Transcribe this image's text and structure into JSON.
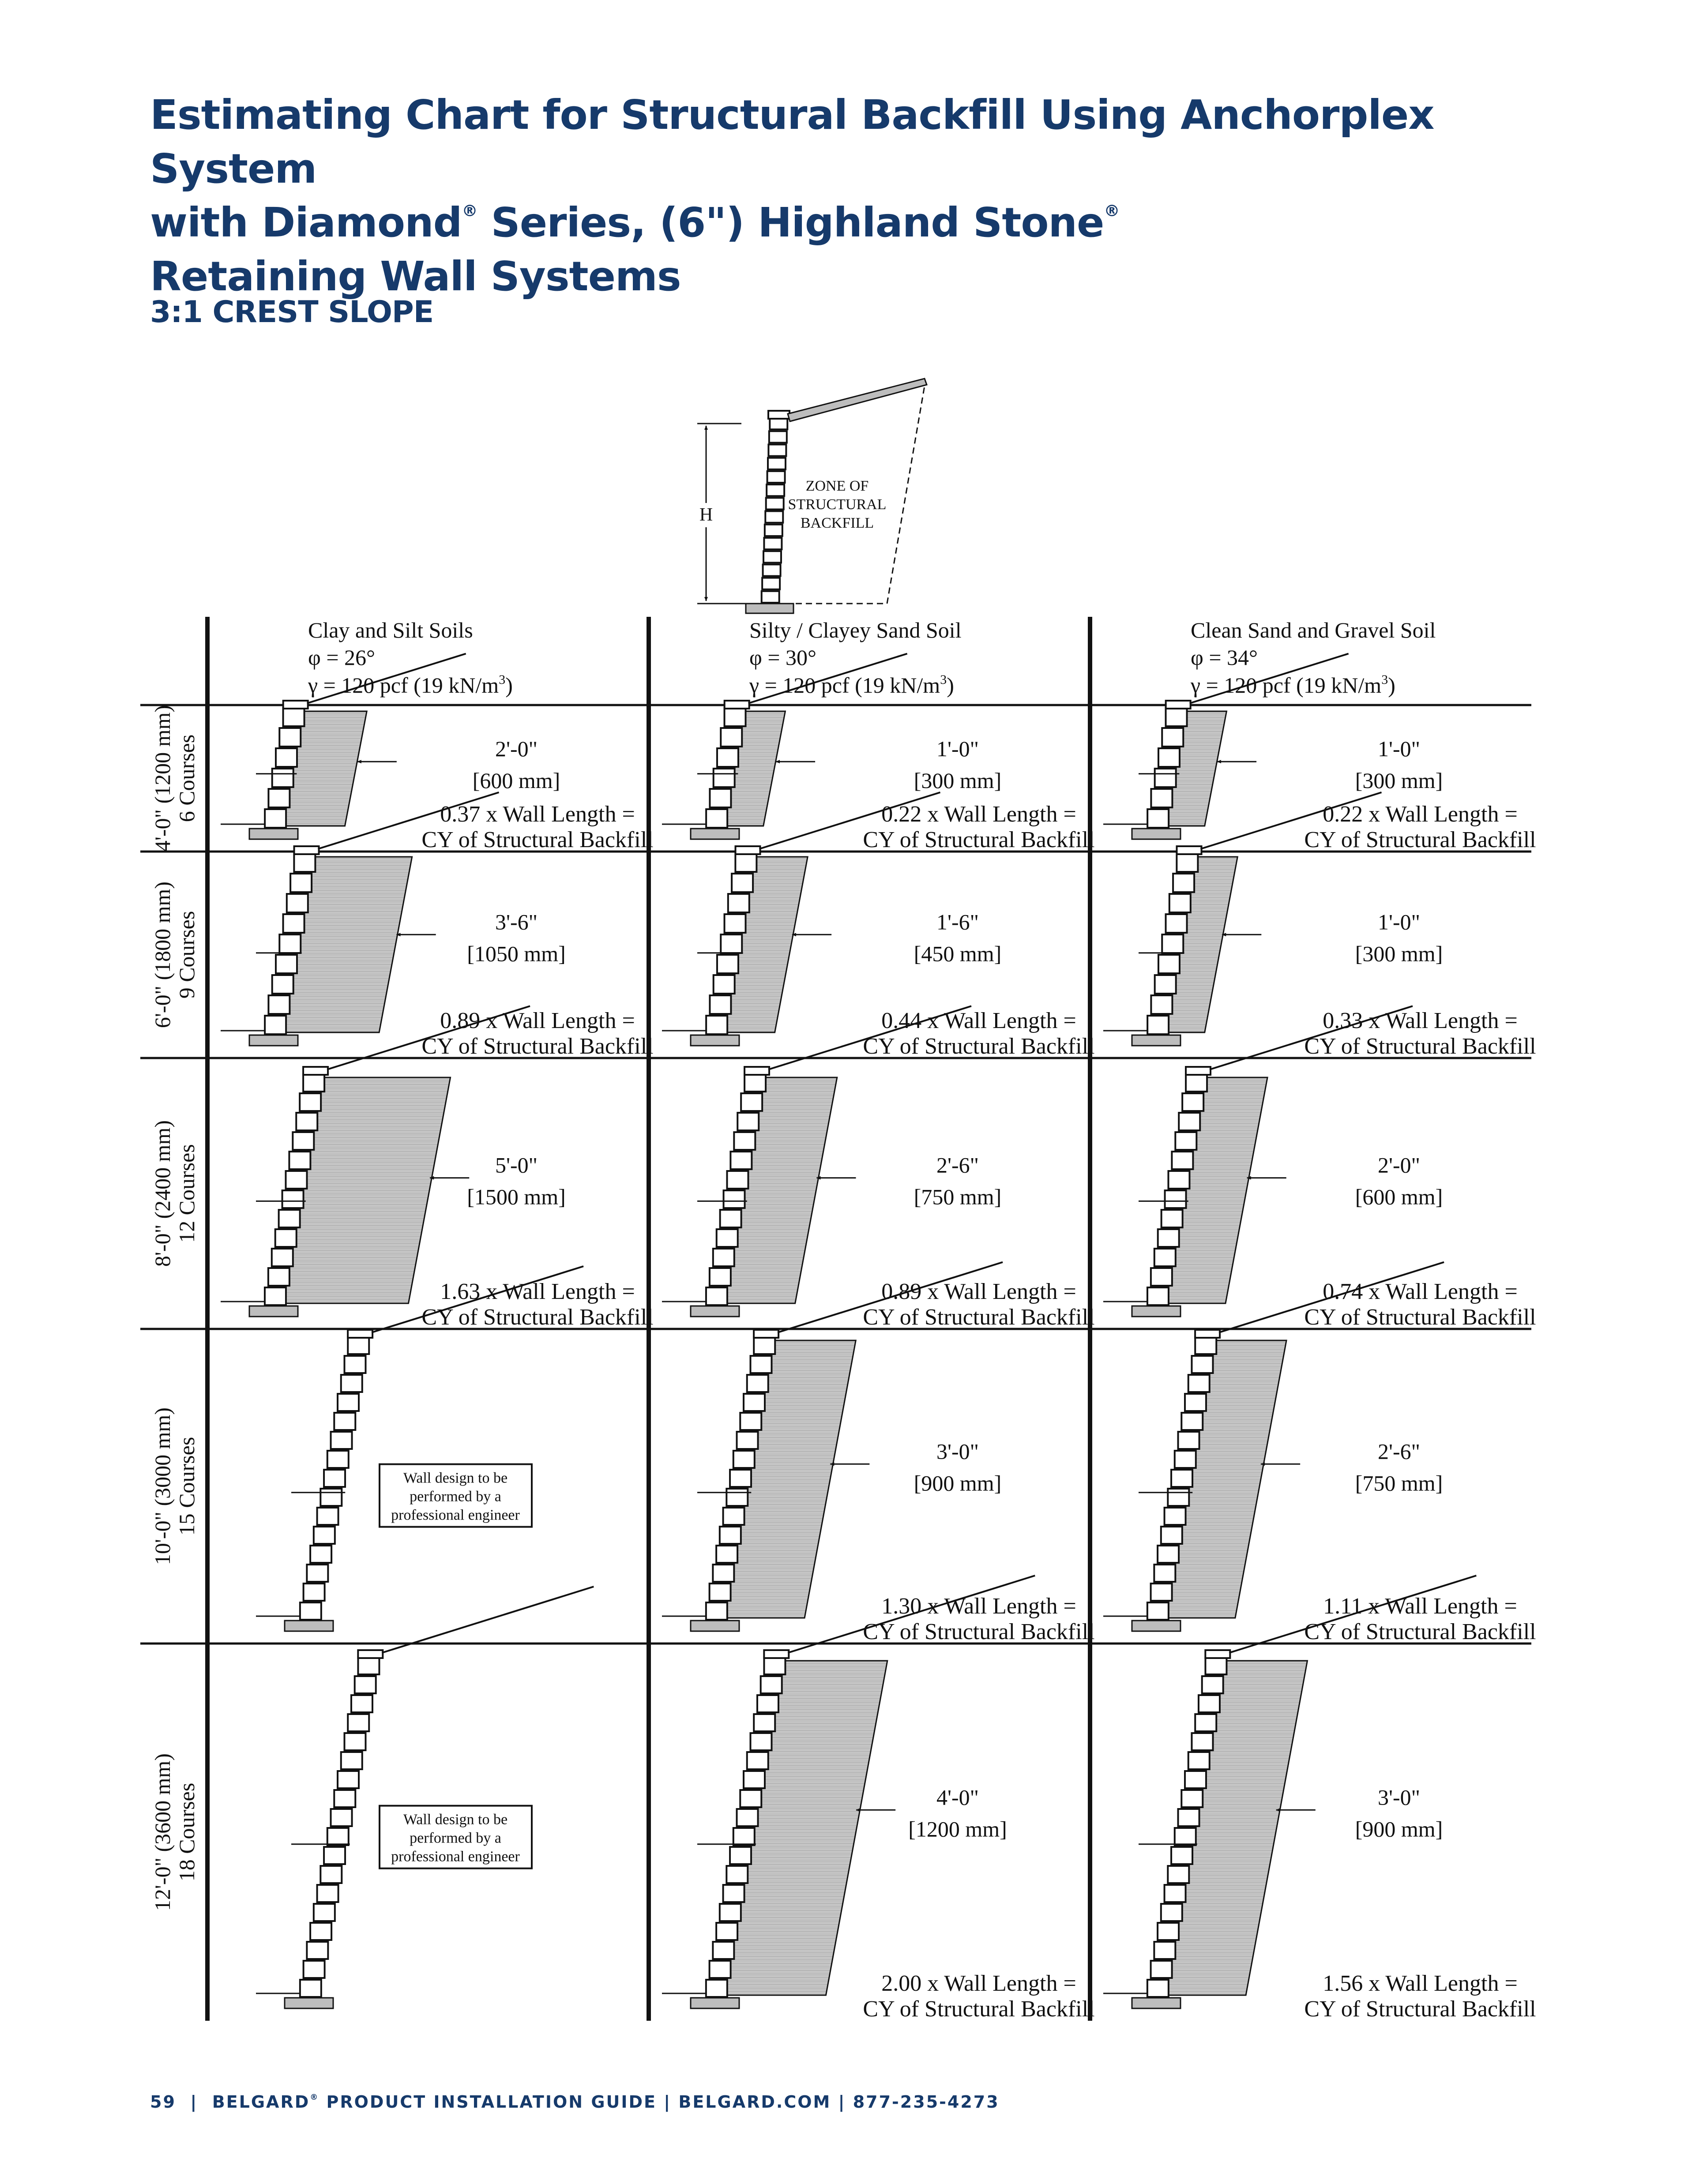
{
  "title": {
    "line1": "Estimating Chart for Structural Backfill Using Anchorplex System",
    "line2a": "with Diamond",
    "reg": "®",
    "line2b": " Series, (6\") Highland Stone",
    "line3": "Retaining Wall Systems"
  },
  "subtitle": "3:1 CREST SLOPE",
  "key_diagram": {
    "h_label": "H",
    "zone_lines": [
      "ZONE OF",
      "STRUCTURAL",
      "BACKFILL"
    ]
  },
  "columns": [
    {
      "name": "Clay and Silt Soils",
      "phi": "φ = 26°",
      "gamma": "γ = 120 pcf (19 kN/m",
      "gamma_sup": "3",
      "gamma_end": ")"
    },
    {
      "name": "Silty / Clayey Sand Soil",
      "phi": "φ = 30°",
      "gamma": "γ = 120 pcf (19 kN/m",
      "gamma_sup": "3",
      "gamma_end": ")"
    },
    {
      "name": "Clean Sand and Gravel Soil",
      "phi": "φ = 34°",
      "gamma": "γ = 120 pcf (19 kN/m",
      "gamma_sup": "3",
      "gamma_end": ")"
    }
  ],
  "rows": [
    {
      "height": "4'-0\" (1200 mm)",
      "courses": "6 Courses",
      "courses_n": 6,
      "cells": [
        {
          "dim": "2'-0\"",
          "mm": "[600 mm]",
          "factor": "0.37 x Wall Length =",
          "unit": "CY of Structural Backfill",
          "zone_ft": 2.0
        },
        {
          "dim": "1'-0\"",
          "mm": "[300 mm]",
          "factor": "0.22 x Wall Length =",
          "unit": "CY of Structural Backfill",
          "zone_ft": 1.0
        },
        {
          "dim": "1'-0\"",
          "mm": "[300 mm]",
          "factor": "0.22 x Wall Length =",
          "unit": "CY of Structural Backfill",
          "zone_ft": 1.0
        }
      ]
    },
    {
      "height": "6'-0\" (1800 mm)",
      "courses": "9 Courses",
      "courses_n": 9,
      "cells": [
        {
          "dim": "3'-6\"",
          "mm": "[1050 mm]",
          "factor": "0.89 x Wall Length =",
          "unit": "CY of Structural Backfill",
          "zone_ft": 3.5
        },
        {
          "dim": "1'-6\"",
          "mm": "[450 mm]",
          "factor": "0.44 x Wall Length =",
          "unit": "CY of Structural Backfill",
          "zone_ft": 1.5
        },
        {
          "dim": "1'-0\"",
          "mm": "[300 mm]",
          "factor": "0.33 x Wall Length =",
          "unit": "CY of Structural Backfill",
          "zone_ft": 1.0
        }
      ]
    },
    {
      "height": "8'-0\" (2400 mm)",
      "courses": "12 Courses",
      "courses_n": 12,
      "cells": [
        {
          "dim": "5'-0\"",
          "mm": "[1500 mm]",
          "factor": "1.63 x Wall Length =",
          "unit": "CY of Structural Backfill",
          "zone_ft": 5.0
        },
        {
          "dim": "2'-6\"",
          "mm": "[750 mm]",
          "factor": "0.89 x Wall Length =",
          "unit": "CY of Structural Backfill",
          "zone_ft": 2.5
        },
        {
          "dim": "2'-0\"",
          "mm": "[600 mm]",
          "factor": "0.74 x Wall Length =",
          "unit": "CY of Structural Backfill",
          "zone_ft": 2.0
        }
      ]
    },
    {
      "height": "10'-0\" (3000 mm)",
      "courses": "15 Courses",
      "courses_n": 15,
      "cells": [
        {
          "engineer": [
            "Wall design to be",
            "performed by a",
            "professional engineer"
          ]
        },
        {
          "dim": "3'-0\"",
          "mm": "[900 mm]",
          "factor": "1.30 x Wall Length =",
          "unit": "CY of Structural Backfill",
          "zone_ft": 3.0
        },
        {
          "dim": "2'-6\"",
          "mm": "[750 mm]",
          "factor": "1.11 x Wall Length =",
          "unit": "CY of Structural Backfill",
          "zone_ft": 2.5
        }
      ]
    },
    {
      "height": "12'-0\" (3600 mm)",
      "courses": "18 Courses",
      "courses_n": 18,
      "cells": [
        {
          "engineer": [
            "Wall design to be",
            "performed by a",
            "professional engineer"
          ]
        },
        {
          "dim": "4'-0\"",
          "mm": "[1200 mm]",
          "factor": "2.00 x Wall Length =",
          "unit": "CY of Structural Backfill",
          "zone_ft": 4.0
        },
        {
          "dim": "3'-0\"",
          "mm": "[900 mm]",
          "factor": "1.56 x Wall Length =",
          "unit": "CY of Structural Backfill",
          "zone_ft": 3.0
        }
      ]
    }
  ],
  "footer": {
    "page": "59",
    "sep": "|",
    "brand": "BELGARD",
    "reg": "®",
    "guide": " PRODUCT INSTALLATION GUIDE",
    "site": "BELGARD.COM",
    "phone": "877-235-4273"
  }
}
